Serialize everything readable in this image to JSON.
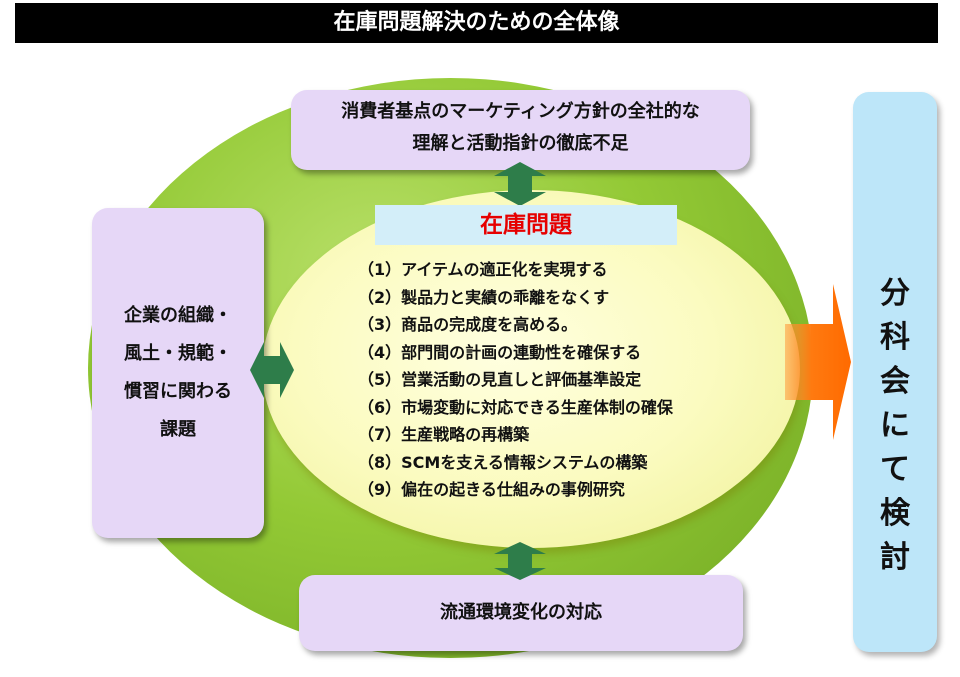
{
  "header": {
    "title": "在庫問題解決のための全体像"
  },
  "top_box": {
    "line1": "消費者基点のマーケティング方針の全社的な",
    "line2": "理解と活動指針の徹底不足"
  },
  "left_box": {
    "line1": "企業の組織・",
    "line2": "風土・規範・",
    "line3": "慣習に関わる",
    "line4": "課題"
  },
  "bottom_box": {
    "text": "流通環境変化の対応"
  },
  "center": {
    "title": "在庫問題",
    "items": [
      "（1）アイテムの適正化を実現する",
      "（2）製品力と実績の乖離をなくす",
      "（3）商品の完成度を高める。",
      "（4）部門間の計画の連動性を確保する",
      "（5）営業活動の見直しと評価基準設定",
      "（6）市場変動に対応できる生産体制の確保",
      "（7）生産戦略の再構築",
      "（8）SCMを支える情報システムの構築",
      "（9）偏在の起きる仕組みの事例研究"
    ]
  },
  "right_box": {
    "line1": "分",
    "line2": "科",
    "line3": "会",
    "line4": "に",
    "line5": "て",
    "line6": "検",
    "line7": "討"
  },
  "colors": {
    "arrow_green": "#2e7d4a",
    "arrow_orange": "#ff6a00",
    "title_red": "#e60000"
  }
}
